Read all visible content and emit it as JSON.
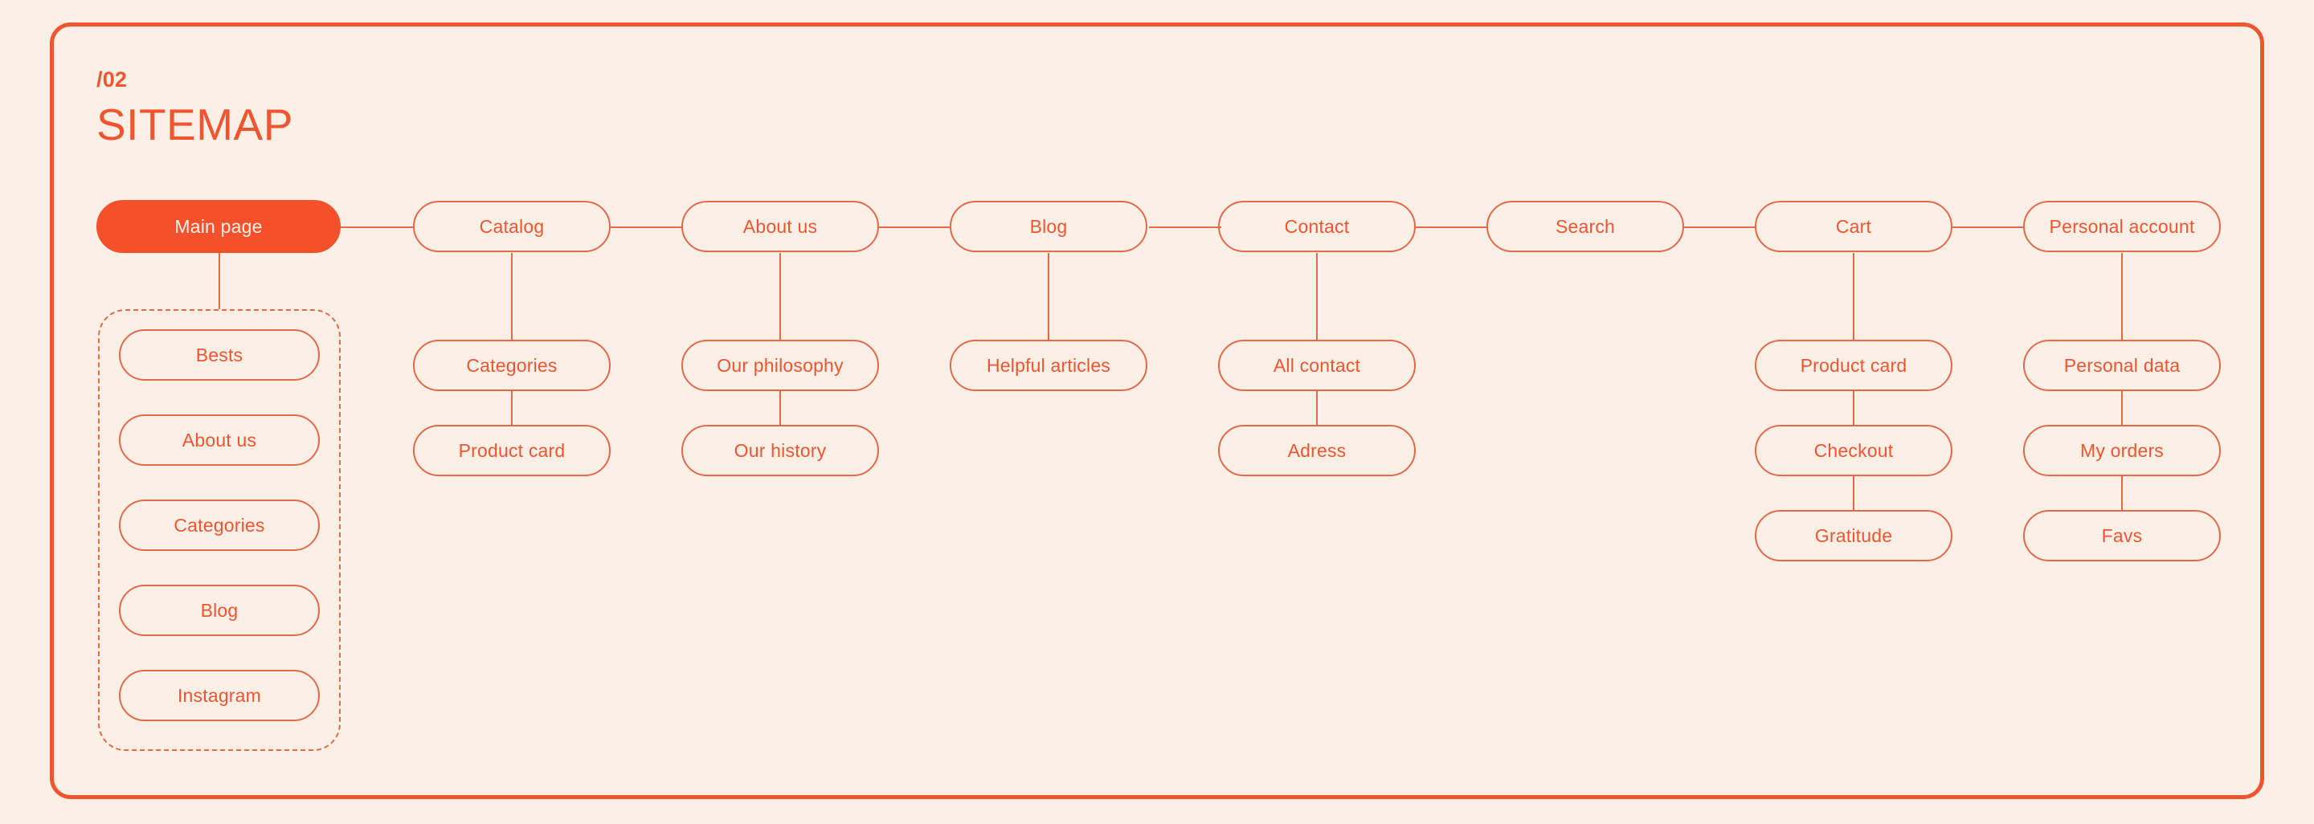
{
  "page": {
    "kicker": "/02",
    "title": "SITEMAP",
    "accent": "#EF5530",
    "node_stroke": "#E2694A",
    "background": "#FBEFE6",
    "active_fill": "#F4502A",
    "active_text": "#FDF2EA"
  },
  "chart_data": {
    "type": "diagram",
    "title": "SITEMAP",
    "diagram_kind": "sitemap-tree",
    "columns": [
      {
        "id": "main-page",
        "label": "Main page",
        "active": true,
        "grouped_children": {
          "style": "dashed-box",
          "items": [
            "Bests",
            "About us",
            "Categories",
            "Blog",
            "Instagram"
          ]
        },
        "children": []
      },
      {
        "id": "catalog",
        "label": "Catalog",
        "active": false,
        "children": [
          "Categories",
          "Product card"
        ]
      },
      {
        "id": "about-us",
        "label": "About us",
        "active": false,
        "children": [
          "Our philosophy",
          "Our history"
        ]
      },
      {
        "id": "blog",
        "label": "Blog",
        "active": false,
        "children": [
          "Helpful articles"
        ]
      },
      {
        "id": "contact",
        "label": "Contact",
        "active": false,
        "children": [
          "All contact",
          "Adress"
        ]
      },
      {
        "id": "search",
        "label": "Search",
        "active": false,
        "children": []
      },
      {
        "id": "cart",
        "label": "Cart",
        "active": false,
        "children": [
          "Product card",
          "Checkout",
          "Gratitude"
        ]
      },
      {
        "id": "personal-account",
        "label": "Personal account",
        "active": false,
        "children": [
          "Personal data",
          "My orders",
          "Favs"
        ]
      }
    ]
  },
  "nodes": {
    "main_page": "Main page",
    "catalog": "Catalog",
    "about_us": "About us",
    "blog": "Blog",
    "contact": "Contact",
    "search": "Search",
    "cart": "Cart",
    "personal_account": "Personal account",
    "bests": "Bests",
    "group_about_us": "About us",
    "group_categories": "Categories",
    "group_blog": "Blog",
    "instagram": "Instagram",
    "catalog_categories": "Categories",
    "catalog_product_card": "Product card",
    "our_philosophy": "Our philosophy",
    "our_history": "Our history",
    "helpful_articles": "Helpful articles",
    "all_contact": "All contact",
    "adress": "Adress",
    "cart_product_card": "Product card",
    "checkout": "Checkout",
    "gratitude": "Gratitude",
    "personal_data": "Personal data",
    "my_orders": "My orders",
    "favs": "Favs"
  }
}
